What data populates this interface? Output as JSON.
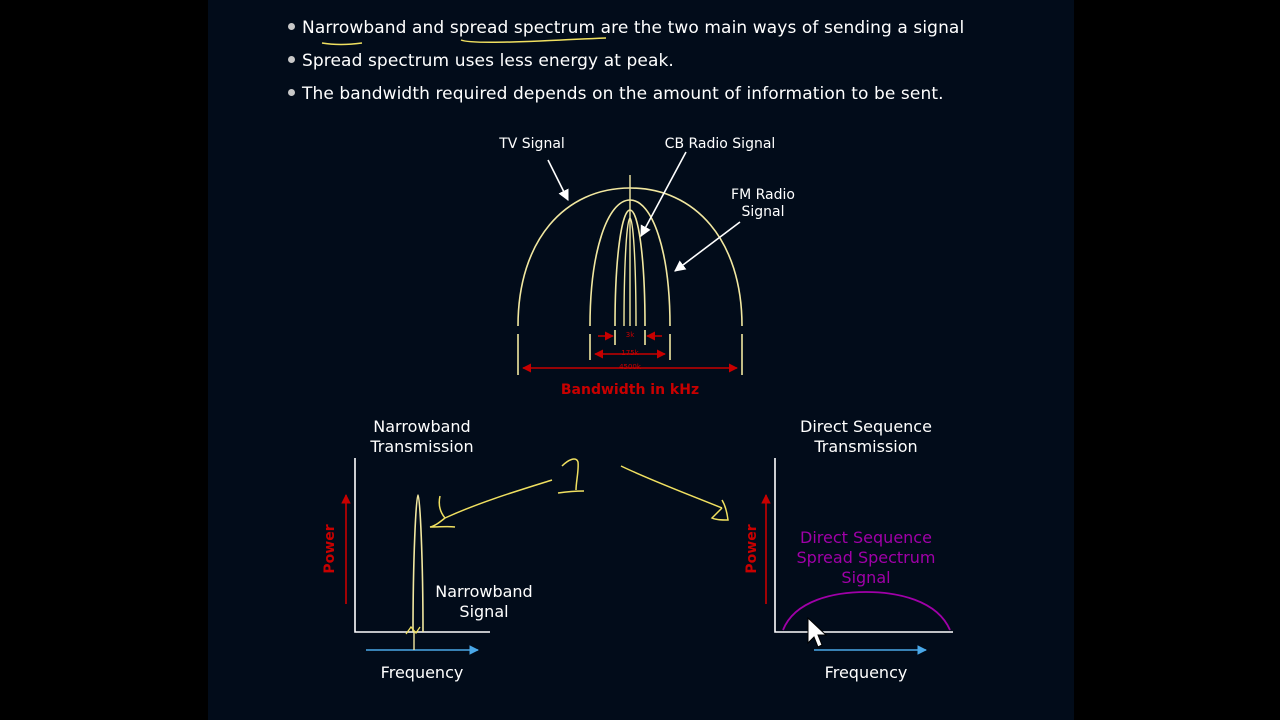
{
  "bullets": [
    {
      "pre": "",
      "u1": "Narrowband",
      "mid": " and ",
      "u2": "spread spectrum",
      "post": " are the two main ways of sending a signal"
    },
    {
      "text": "Spread spectrum uses less energy at peak."
    },
    {
      "text": "The bandwidth required depends on the amount of information to be sent."
    }
  ],
  "top_diagram": {
    "tv_label": "TV Signal",
    "cb_label": "CB Radio Signal",
    "fm_label_line1": "FM Radio",
    "fm_label_line2": "Signal",
    "bandwidth_label": "Bandwidth in kHz",
    "width_3k": "3k",
    "width_175k": "175k",
    "width_4500k": "4500k"
  },
  "narrowband": {
    "title_line1": "Narrowband",
    "title_line2": "Transmission",
    "power_label": "Power",
    "frequency_label": "Frequency",
    "signal_line1": "Narrowband",
    "signal_line2": "Signal"
  },
  "direct_sequence": {
    "title_line1": "Direct Sequence",
    "title_line2": "Transmission",
    "power_label": "Power",
    "frequency_label": "Frequency",
    "signal_line1": "Direct Sequence",
    "signal_line2": "Spread Spectrum",
    "signal_line3": "Signal"
  },
  "colors": {
    "background": "#020c1a",
    "signal_curve": "#f2e8a0",
    "annotation": "#c80000",
    "frequency_arrow": "#4aa8e8",
    "spread_signal": "#a000a8",
    "pen_ink": "#f0e060"
  }
}
